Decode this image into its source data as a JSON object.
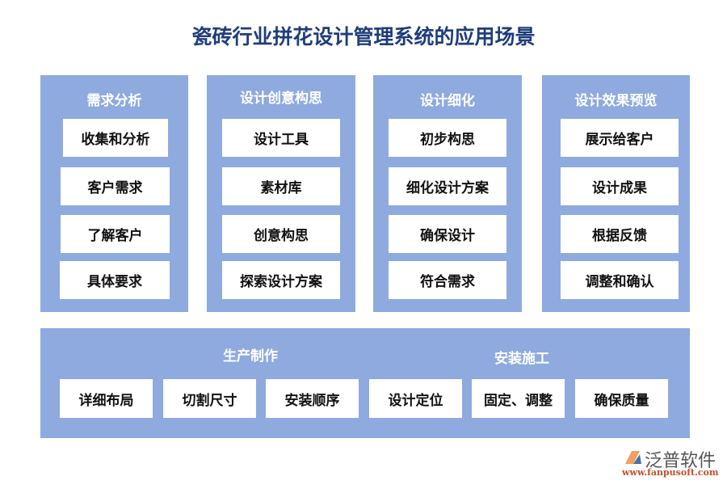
{
  "title": "瓷砖行业拼花设计管理系统的应用场景",
  "columns": [
    {
      "heading": "需求分析",
      "items": [
        "收集和分析",
        "客户需求",
        "了解客户",
        "具体要求"
      ]
    },
    {
      "heading": "设计创意构思",
      "items": [
        "设计工具",
        "素材库",
        "创意构思",
        "探索设计方案"
      ]
    },
    {
      "heading": "设计细化",
      "items": [
        "初步构思",
        "细化设计方案",
        "确保设计",
        "符合需求"
      ]
    },
    {
      "heading": "设计效果预览",
      "items": [
        "展示给客户",
        "设计成果",
        "根据反馈",
        "调整和确认"
      ]
    }
  ],
  "bottom": {
    "heading_left": "生产制作",
    "heading_right": "安装施工",
    "items": [
      "详细布局",
      "切割尺寸",
      "安装顺序",
      "设计定位",
      "固定、调整",
      "确保质量"
    ]
  },
  "logo": {
    "name": "泛普软件",
    "url": "www.fanpusoft.com"
  },
  "colors": {
    "panel": "#8eaade",
    "title": "#1f3d7a"
  }
}
